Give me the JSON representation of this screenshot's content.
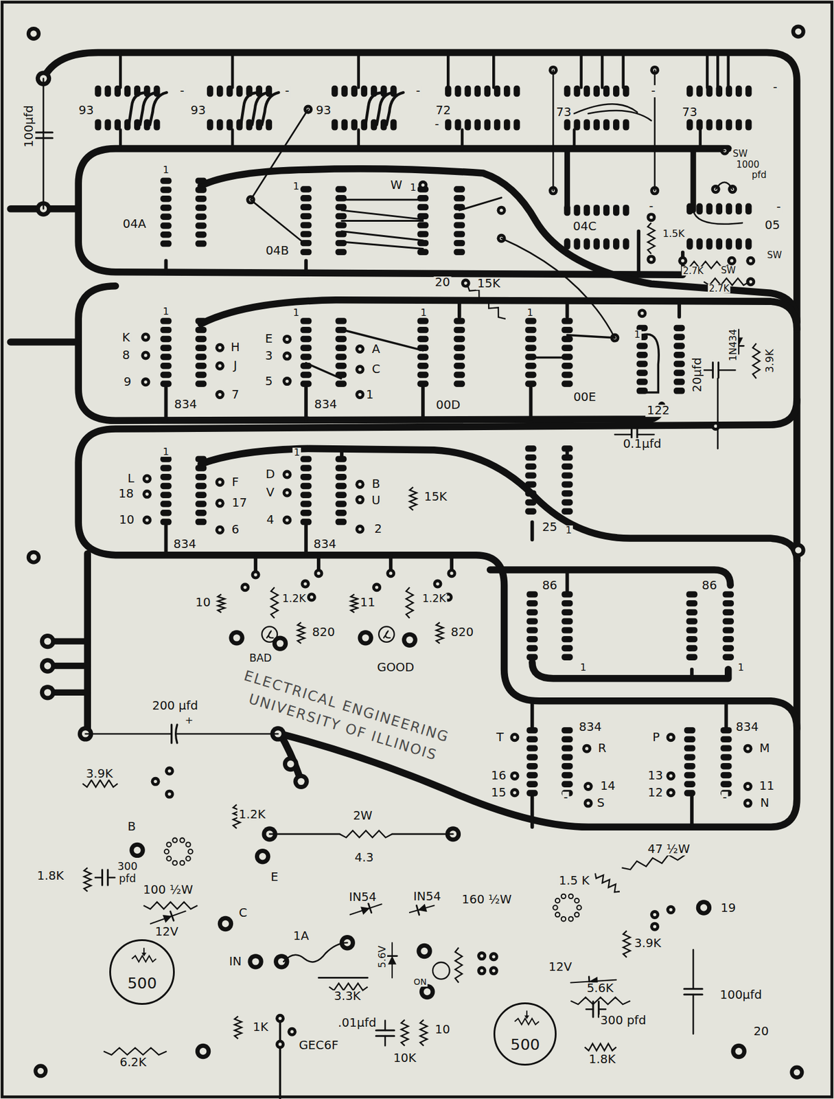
{
  "diagram": {
    "nodes": [
      {
        "text": [
          "500"
        ]
      },
      {
        "text": [
          "500"
        ]
      }
    ],
    "labels": [
      "100μfd",
      "93",
      "93",
      "93",
      "72",
      "73",
      "73",
      "-",
      "-",
      "-",
      "-",
      "-",
      "-",
      "SW",
      "1000",
      "pfd",
      "-",
      "05",
      "04A",
      "1",
      "04B",
      "1",
      "W",
      "1",
      "20",
      "15K",
      "04C",
      "-",
      "1.5K",
      "2.7K",
      "SW",
      "SW",
      "2.7K",
      "1",
      "K",
      "8",
      "9",
      "H",
      "J",
      "7",
      "834",
      "1",
      "E",
      "3",
      "5",
      "A",
      "C",
      "1",
      "834",
      "1",
      "00D",
      "1",
      "00E",
      "1",
      "122",
      "20μfd",
      "1N434",
      "3.9K",
      "0.1μfd",
      "1",
      "L",
      "18",
      "10",
      "F",
      "17",
      "6",
      "834",
      "1",
      "D",
      "V",
      "4",
      "B",
      "U",
      "2",
      "834",
      "15K",
      "25",
      "1",
      "10",
      "1.2K",
      "820",
      "BAD",
      "11",
      "1.2K",
      "820",
      "GOOD",
      "86",
      "1",
      "86",
      "1",
      "ELECTRICAL ENGINEERING",
      "UNIVERSITY OF ILLINOIS",
      "200 μfd",
      "+",
      "T",
      "834",
      "R",
      "16",
      "15",
      "14",
      "S",
      "-",
      "P",
      "834",
      "M",
      "13",
      "12",
      "11",
      "N",
      "-",
      "3.9K",
      "B",
      "1.2K",
      "2W",
      "4.3",
      "E",
      "300",
      "pfd",
      "1.8K",
      "100 ½W",
      "12V",
      "C",
      "IN",
      "1A",
      "3.3K",
      "IN54",
      "IN54",
      "5.6V",
      "ON",
      "160 ½W",
      "1.5 K",
      "47 ½W",
      "19",
      "3.9K",
      "12V",
      "5.6K",
      "300 pfd",
      "100μfd",
      "1.8K",
      "1K",
      "GEC6F",
      ".01μfd",
      "10K",
      "10",
      "6.2K",
      "20"
    ]
  }
}
